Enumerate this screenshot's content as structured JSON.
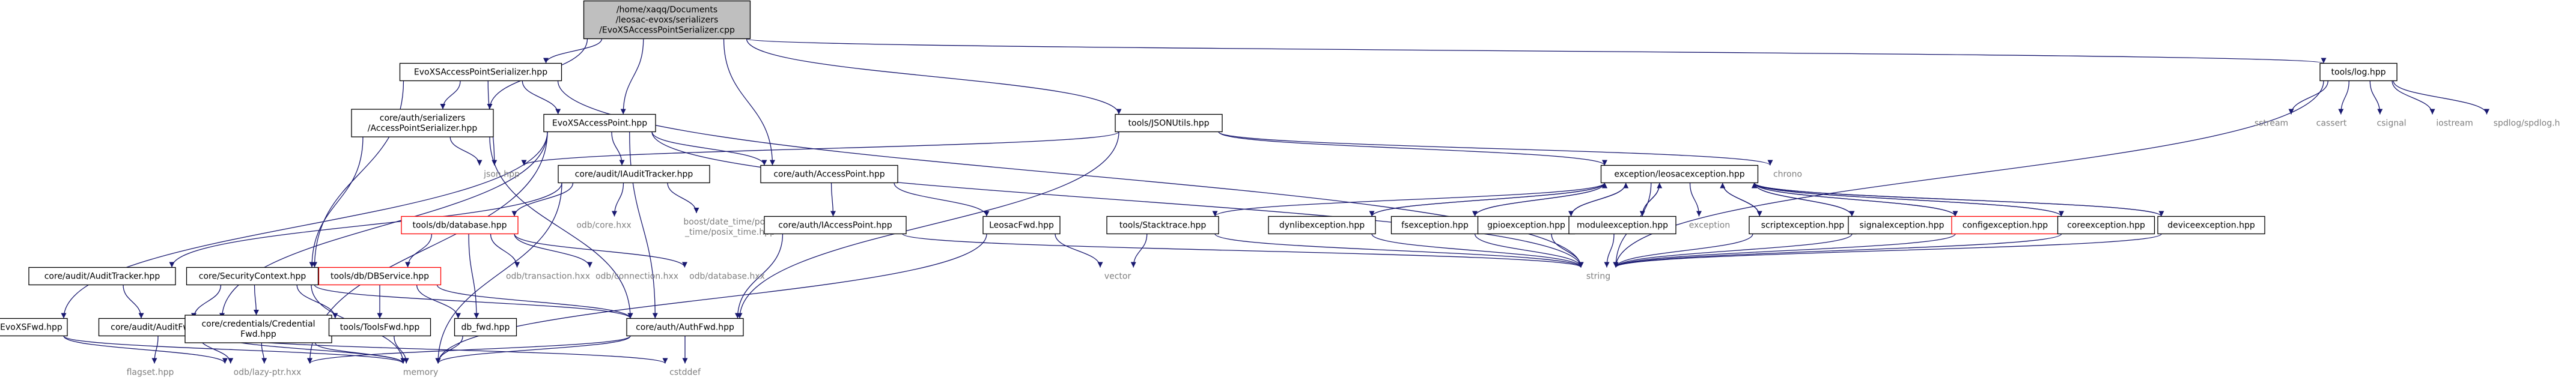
{
  "colors": {
    "edge": "#191970",
    "root_fill": "#bfbfbf",
    "node_stroke": "#000000",
    "node_fill": "#ffffff",
    "missing_stroke": "#ff0000",
    "text_plain": "#000000",
    "text_external": "#7f7f7f"
  },
  "graph": {
    "nodes": [
      {
        "id": "root",
        "lines": [
          "/home/xaqq/Documents",
          "/leosac-evoxs/serializers",
          "/EvoXSAccessPointSerializer.cpp"
        ],
        "kind": "root"
      },
      {
        "id": "evoxsaps_hpp",
        "lines": [
          "EvoXSAccessPointSerializer.hpp"
        ],
        "kind": "boxed"
      },
      {
        "id": "tools_log",
        "lines": [
          "tools/log.hpp"
        ],
        "kind": "boxed"
      },
      {
        "id": "core_auth_serializers",
        "lines": [
          "core/auth/serializers",
          "/AccessPointSerializer.hpp"
        ],
        "kind": "boxed"
      },
      {
        "id": "evoxsap_hpp",
        "lines": [
          "EvoXSAccessPoint.hpp"
        ],
        "kind": "boxed"
      },
      {
        "id": "json_hpp",
        "lines": [
          "json.hpp"
        ],
        "kind": "external"
      },
      {
        "id": "tools_jsonutils",
        "lines": [
          "tools/JSONUtils.hpp"
        ],
        "kind": "boxed"
      },
      {
        "id": "core_auth_accesspoint",
        "lines": [
          "core/auth/AccessPoint.hpp"
        ],
        "kind": "boxed"
      },
      {
        "id": "core_audit_iaudittracker",
        "lines": [
          "core/audit/IAuditTracker.hpp"
        ],
        "kind": "boxed"
      },
      {
        "id": "chrono",
        "lines": [
          "chrono"
        ],
        "kind": "external"
      },
      {
        "id": "exception_leosac",
        "lines": [
          "exception/leosacexception.hpp"
        ],
        "kind": "boxed"
      },
      {
        "id": "tools_db_database",
        "lines": [
          "tools/db/database.hpp"
        ],
        "kind": "missing"
      },
      {
        "id": "odb_core",
        "lines": [
          "odb/core.hxx"
        ],
        "kind": "external"
      },
      {
        "id": "boost_posix",
        "lines": [
          "boost/date_time/posix",
          "_time/posix_time.hpp"
        ],
        "kind": "external"
      },
      {
        "id": "core_auth_iaccesspoint",
        "lines": [
          "core/auth/IAccessPoint.hpp"
        ],
        "kind": "boxed"
      },
      {
        "id": "leosacfwd",
        "lines": [
          "LeosacFwd.hpp"
        ],
        "kind": "boxed"
      },
      {
        "id": "tools_stacktrace",
        "lines": [
          "tools/Stacktrace.hpp"
        ],
        "kind": "boxed"
      },
      {
        "id": "dynlibexception",
        "lines": [
          "dynlibexception.hpp"
        ],
        "kind": "boxed"
      },
      {
        "id": "fsexception",
        "lines": [
          "fsexception.hpp"
        ],
        "kind": "boxed"
      },
      {
        "id": "gpioexception",
        "lines": [
          "gpioexception.hpp"
        ],
        "kind": "boxed"
      },
      {
        "id": "moduleexception",
        "lines": [
          "moduleexception.hpp"
        ],
        "kind": "boxed"
      },
      {
        "id": "exception_std",
        "lines": [
          "exception"
        ],
        "kind": "external"
      },
      {
        "id": "scriptexception",
        "lines": [
          "scriptexception.hpp"
        ],
        "kind": "boxed"
      },
      {
        "id": "signalexception",
        "lines": [
          "signalexception.hpp"
        ],
        "kind": "boxed"
      },
      {
        "id": "configexception",
        "lines": [
          "configexception.hpp"
        ],
        "kind": "missing"
      },
      {
        "id": "coreexception",
        "lines": [
          "coreexception.hpp"
        ],
        "kind": "boxed"
      },
      {
        "id": "deviceexception",
        "lines": [
          "deviceexception.hpp"
        ],
        "kind": "boxed"
      },
      {
        "id": "sstream",
        "lines": [
          "sstream"
        ],
        "kind": "external"
      },
      {
        "id": "cassert",
        "lines": [
          "cassert"
        ],
        "kind": "external"
      },
      {
        "id": "csignal",
        "lines": [
          "csignal"
        ],
        "kind": "external"
      },
      {
        "id": "iostream",
        "lines": [
          "iostream"
        ],
        "kind": "external"
      },
      {
        "id": "spdlog",
        "lines": [
          "spdlog/spdlog.h"
        ],
        "kind": "external"
      },
      {
        "id": "tools_db_dbservice",
        "lines": [
          "tools/db/DBService.hpp"
        ],
        "kind": "missing"
      },
      {
        "id": "odb_transaction",
        "lines": [
          "odb/transaction.hxx"
        ],
        "kind": "external"
      },
      {
        "id": "odb_connection",
        "lines": [
          "odb/connection.hxx"
        ],
        "kind": "external"
      },
      {
        "id": "odb_database",
        "lines": [
          "odb/database.hxx"
        ],
        "kind": "external"
      },
      {
        "id": "core_audit_iaudittracker2",
        "lines": [
          "core/audit/AuditTracker.hpp"
        ],
        "kind": "boxed"
      },
      {
        "id": "core_securitycontext",
        "lines": [
          "core/SecurityContext.hpp"
        ],
        "kind": "boxed"
      },
      {
        "id": "string",
        "lines": [
          "string"
        ],
        "kind": "external"
      },
      {
        "id": "vector",
        "lines": [
          "vector"
        ],
        "kind": "external"
      },
      {
        "id": "evoxsfwd",
        "lines": [
          "EvoXSFwd.hpp"
        ],
        "kind": "boxed"
      },
      {
        "id": "core_audit_auditfwd",
        "lines": [
          "core/audit/AuditFwd.hpp"
        ],
        "kind": "boxed"
      },
      {
        "id": "core_credentials_fwd",
        "lines": [
          "core/credentials/Credential",
          "Fwd.hpp"
        ],
        "kind": "boxed"
      },
      {
        "id": "tools_toolsfwd",
        "lines": [
          "tools/ToolsFwd.hpp"
        ],
        "kind": "boxed"
      },
      {
        "id": "db_fwd",
        "lines": [
          "db_fwd.hpp"
        ],
        "kind": "boxed"
      },
      {
        "id": "core_auth_authfwd",
        "lines": [
          "core/auth/AuthFwd.hpp"
        ],
        "kind": "boxed"
      },
      {
        "id": "flagset",
        "lines": [
          "flagset.hpp"
        ],
        "kind": "external"
      },
      {
        "id": "odb_lazy_ptr",
        "lines": [
          "odb/lazy-ptr.hxx"
        ],
        "kind": "external"
      },
      {
        "id": "memory",
        "lines": [
          "memory"
        ],
        "kind": "external"
      },
      {
        "id": "cstddef",
        "lines": [
          "cstddef"
        ],
        "kind": "external"
      }
    ],
    "edges": [
      [
        "root",
        "evoxsaps_hpp"
      ],
      [
        "root",
        "evoxsap_hpp"
      ],
      [
        "root",
        "core_auth_serializers"
      ],
      [
        "root",
        "core_auth_accesspoint"
      ],
      [
        "root",
        "tools_jsonutils"
      ],
      [
        "root",
        "tools_log"
      ],
      [
        "evoxsaps_hpp",
        "core_auth_serializers"
      ],
      [
        "evoxsaps_hpp",
        "evoxsap_hpp"
      ],
      [
        "evoxsaps_hpp",
        "json_hpp"
      ],
      [
        "evoxsaps_hpp",
        "core_securitycontext"
      ],
      [
        "evoxsaps_hpp",
        "string"
      ],
      [
        "core_auth_serializers",
        "json_hpp"
      ],
      [
        "core_auth_serializers",
        "core_securitycontext"
      ],
      [
        "core_auth_serializers",
        "core_auth_authfwd"
      ],
      [
        "evoxsap_hpp",
        "core_auth_accesspoint"
      ],
      [
        "evoxsap_hpp",
        "core_audit_iaudittracker"
      ],
      [
        "evoxsap_hpp",
        "evoxsfwd"
      ],
      [
        "evoxsap_hpp",
        "core_audit_auditfwd"
      ],
      [
        "evoxsap_hpp",
        "odb_lazy_ptr"
      ],
      [
        "evoxsap_hpp",
        "core_auth_authfwd"
      ],
      [
        "evoxsap_hpp",
        "string"
      ],
      [
        "tools_jsonutils",
        "json_hpp"
      ],
      [
        "tools_jsonutils",
        "chrono"
      ],
      [
        "tools_jsonutils",
        "exception_leosac"
      ],
      [
        "tools_jsonutils",
        "core_auth_authfwd"
      ],
      [
        "core_auth_accesspoint",
        "core_auth_iaccesspoint"
      ],
      [
        "core_auth_accesspoint",
        "leosacfwd"
      ],
      [
        "core_audit_iaudittracker",
        "tools_db_database"
      ],
      [
        "core_audit_iaudittracker",
        "odb_core"
      ],
      [
        "core_audit_iaudittracker",
        "boost_posix"
      ],
      [
        "core_audit_iaudittracker",
        "core_audit_iaudittracker2"
      ],
      [
        "core_audit_iaudittracker",
        "memory"
      ],
      [
        "tools_db_database",
        "tools_db_dbservice"
      ],
      [
        "tools_db_database",
        "odb_transaction"
      ],
      [
        "tools_db_database",
        "odb_connection"
      ],
      [
        "tools_db_database",
        "odb_database"
      ],
      [
        "tools_db_database",
        "db_fwd"
      ],
      [
        "tools_db_dbservice",
        "core_securitycontext"
      ],
      [
        "tools_db_dbservice",
        "tools_toolsfwd"
      ],
      [
        "tools_db_dbservice",
        "db_fwd"
      ],
      [
        "tools_db_dbservice",
        "core_auth_authfwd"
      ],
      [
        "core_audit_iaudittracker2",
        "core_audit_auditfwd"
      ],
      [
        "core_securitycontext",
        "core_audit_auditfwd"
      ],
      [
        "core_securitycontext",
        "core_credentials_fwd"
      ],
      [
        "core_securitycontext",
        "core_auth_authfwd"
      ],
      [
        "core_securitycontext",
        "tools_toolsfwd"
      ],
      [
        "core_securitycontext",
        "memory"
      ],
      [
        "core_auth_iaccesspoint",
        "core_auth_authfwd"
      ],
      [
        "core_auth_iaccesspoint",
        "string"
      ],
      [
        "leosacfwd",
        "vector"
      ],
      [
        "leosacfwd",
        "memory"
      ],
      [
        "exception_leosac",
        "tools_stacktrace"
      ],
      [
        "exception_leosac",
        "dynlibexception"
      ],
      [
        "exception_leosac",
        "fsexception"
      ],
      [
        "exception_leosac",
        "gpioexception"
      ],
      [
        "exception_leosac",
        "moduleexception"
      ],
      [
        "exception_leosac",
        "exception_std"
      ],
      [
        "exception_leosac",
        "scriptexception"
      ],
      [
        "exception_leosac",
        "signalexception"
      ],
      [
        "exception_leosac",
        "configexception"
      ],
      [
        "exception_leosac",
        "coreexception"
      ],
      [
        "exception_leosac",
        "deviceexception"
      ],
      [
        "exception_leosac",
        "string"
      ],
      [
        "tools_stacktrace",
        "vector"
      ],
      [
        "tools_stacktrace",
        "string"
      ],
      [
        "dynlibexception",
        "exception_leosac"
      ],
      [
        "dynlibexception",
        "string"
      ],
      [
        "fsexception",
        "exception_leosac"
      ],
      [
        "fsexception",
        "string"
      ],
      [
        "gpioexception",
        "exception_leosac"
      ],
      [
        "gpioexception",
        "string"
      ],
      [
        "moduleexception",
        "exception_leosac"
      ],
      [
        "moduleexception",
        "string"
      ],
      [
        "scriptexception",
        "exception_leosac"
      ],
      [
        "scriptexception",
        "string"
      ],
      [
        "signalexception",
        "exception_leosac"
      ],
      [
        "signalexception",
        "string"
      ],
      [
        "configexception",
        "exception_leosac"
      ],
      [
        "configexception",
        "string"
      ],
      [
        "coreexception",
        "exception_leosac"
      ],
      [
        "coreexception",
        "string"
      ],
      [
        "deviceexception",
        "exception_leosac"
      ],
      [
        "deviceexception",
        "string"
      ],
      [
        "tools_log",
        "sstream"
      ],
      [
        "tools_log",
        "cassert"
      ],
      [
        "tools_log",
        "csignal"
      ],
      [
        "tools_log",
        "iostream"
      ],
      [
        "tools_log",
        "spdlog"
      ],
      [
        "tools_log",
        "string"
      ],
      [
        "evoxsfwd",
        "odb_lazy_ptr"
      ],
      [
        "evoxsfwd",
        "memory"
      ],
      [
        "core_audit_auditfwd",
        "flagset"
      ],
      [
        "core_audit_auditfwd",
        "odb_lazy_ptr"
      ],
      [
        "core_audit_auditfwd",
        "memory"
      ],
      [
        "core_audit_auditfwd",
        "cstddef"
      ],
      [
        "core_credentials_fwd",
        "odb_lazy_ptr"
      ],
      [
        "core_credentials_fwd",
        "memory"
      ],
      [
        "tools_toolsfwd",
        "memory"
      ],
      [
        "db_fwd",
        "memory"
      ],
      [
        "core_auth_authfwd",
        "odb_lazy_ptr"
      ],
      [
        "core_auth_authfwd",
        "memory"
      ],
      [
        "core_auth_authfwd",
        "cstddef"
      ]
    ]
  }
}
